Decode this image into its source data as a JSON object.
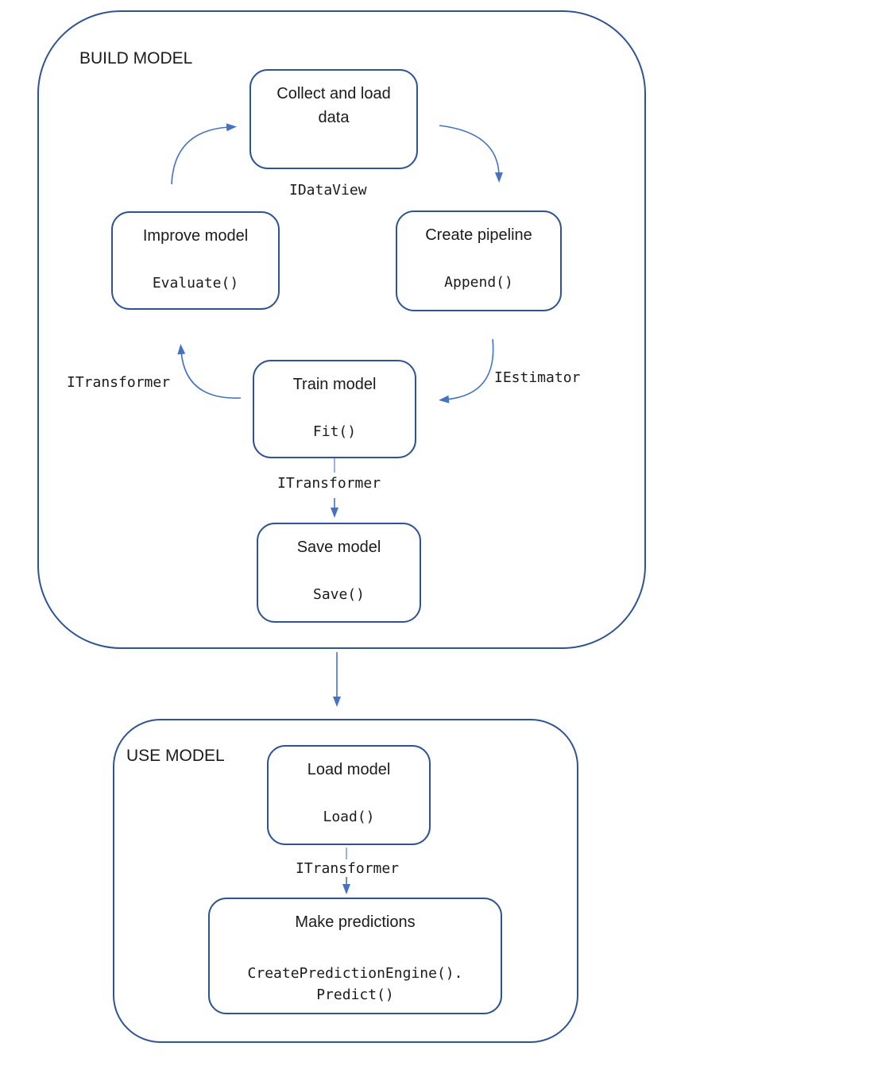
{
  "diagram": {
    "colors": {
      "box_border": "#2F5496",
      "arrow": "#4472C4",
      "arrow_light": "#8FAADC",
      "text": "#1B1B1B"
    },
    "build": {
      "label": "BUILD MODEL",
      "nodes": {
        "collect": {
          "title": "Collect and load data"
        },
        "create": {
          "title": "Create pipeline",
          "code": "Append()"
        },
        "train": {
          "title": "Train model",
          "code": "Fit()"
        },
        "improve": {
          "title": "Improve model",
          "code": "Evaluate()"
        },
        "save": {
          "title": "Save model",
          "code": "Save()"
        }
      },
      "labels": {
        "idataview": "IDataView",
        "iestimator": "IEstimator",
        "itransformer_left": "ITransformer",
        "itransformer_mid": "ITransformer"
      }
    },
    "use": {
      "label": "USE MODEL",
      "nodes": {
        "load": {
          "title": "Load model",
          "code": "Load()"
        },
        "predict": {
          "title": "Make predictions",
          "code_line1": "CreatePredictionEngine().",
          "code_line2": "Predict()"
        }
      },
      "labels": {
        "itransformer": "ITransformer"
      }
    }
  }
}
